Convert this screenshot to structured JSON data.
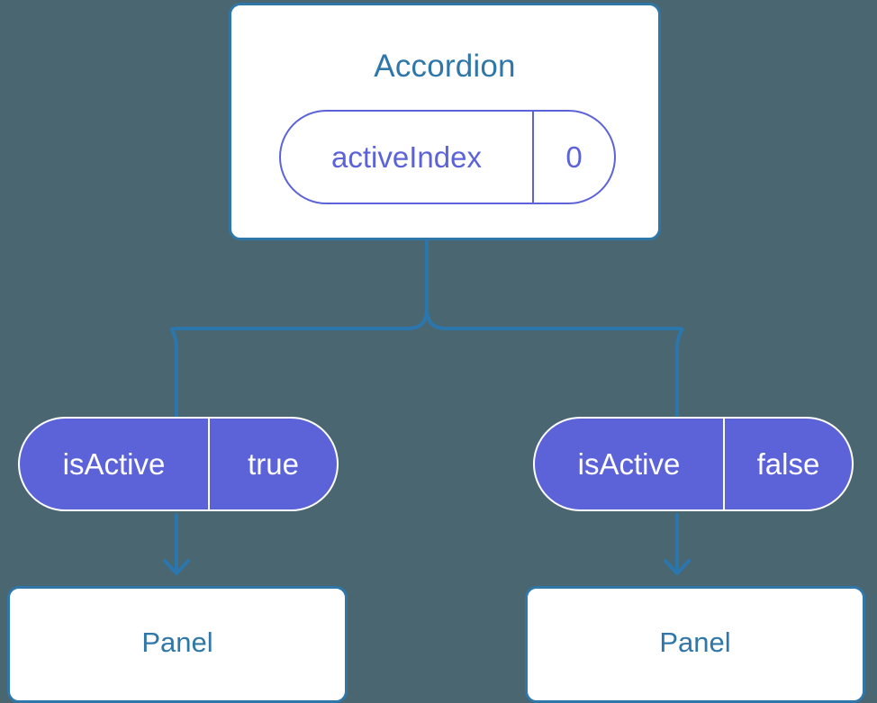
{
  "diagram": {
    "background_color": "#4a6670",
    "accent_blue": "#2e77a8",
    "accent_indigo": "#5c63d8",
    "connector_color": "#2b77ad"
  },
  "root": {
    "title": "Accordion",
    "prop": {
      "key": "activeIndex",
      "value": "0"
    }
  },
  "branches": [
    {
      "prop": {
        "key": "isActive",
        "value": "true"
      },
      "panel": {
        "title": "Panel"
      }
    },
    {
      "prop": {
        "key": "isActive",
        "value": "false"
      },
      "panel": {
        "title": "Panel"
      }
    }
  ]
}
